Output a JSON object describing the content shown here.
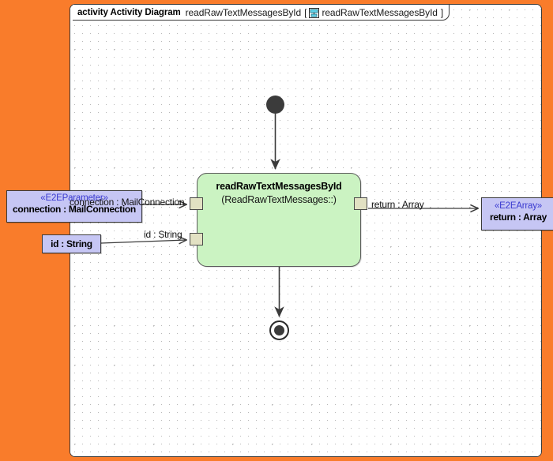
{
  "canvas": {
    "background_color": "#F97C2B",
    "frame_background": "#ffffff",
    "grid": "dotted"
  },
  "frame": {
    "kind_label": "activity Activity Diagram",
    "diagram_name": "readRawTextMessagesById",
    "bracket_open": "[",
    "bracket_close": "]",
    "reference_icon": "activity-diagram-icon",
    "reference_name": "readRawTextMessagesById"
  },
  "activity": {
    "name": "readRawTextMessagesById",
    "qualifier": "(ReadRawTextMessages::)",
    "fill_color": "#CBF3C2",
    "border_color": "#5c5c5c"
  },
  "pins": [
    {
      "name": "connection-input-pin",
      "kind": "input"
    },
    {
      "name": "id-input-pin",
      "kind": "input"
    },
    {
      "name": "return-output-pin",
      "kind": "output"
    }
  ],
  "parameter_nodes": [
    {
      "id": "connection",
      "stereotype": "«E2EParameter»",
      "label": "connection : MailConnection",
      "fill_color": "#C6C6F4",
      "stereotype_color": "#3a3ad0"
    },
    {
      "id": "id",
      "stereotype": "",
      "label": "id : String",
      "fill_color": "#C6C6F4",
      "stereotype_color": "#3a3ad0"
    },
    {
      "id": "return",
      "stereotype": "«E2EArray»",
      "label": "return : Array",
      "fill_color": "#C6C6F4",
      "stereotype_color": "#3a3ad0"
    }
  ],
  "edge_labels": {
    "connection": "connection : MailConnection",
    "id": "id : String",
    "return": "return : Array"
  },
  "control_nodes": {
    "initial": "initial-node",
    "final": "activity-final-node"
  }
}
